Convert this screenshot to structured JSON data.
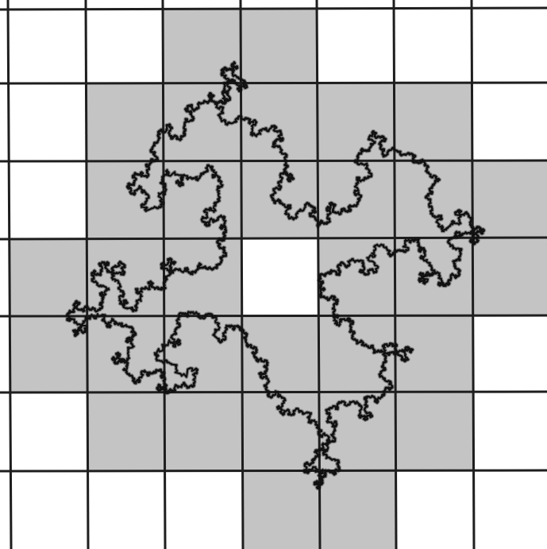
{
  "figure": {
    "grid": {
      "rows": 7,
      "cols": 7
    },
    "shaded_cells": [
      [
        0,
        2
      ],
      [
        0,
        3
      ],
      [
        1,
        1
      ],
      [
        1,
        2
      ],
      [
        1,
        3
      ],
      [
        1,
        4
      ],
      [
        1,
        5
      ],
      [
        2,
        1
      ],
      [
        2,
        2
      ],
      [
        2,
        3
      ],
      [
        2,
        4
      ],
      [
        2,
        5
      ],
      [
        2,
        6
      ],
      [
        3,
        0
      ],
      [
        3,
        1
      ],
      [
        3,
        2
      ],
      [
        3,
        4
      ],
      [
        3,
        5
      ],
      [
        3,
        6
      ],
      [
        4,
        0
      ],
      [
        4,
        1
      ],
      [
        4,
        2
      ],
      [
        4,
        3
      ],
      [
        4,
        4
      ],
      [
        4,
        5
      ],
      [
        5,
        1
      ],
      [
        5,
        2
      ],
      [
        5,
        3
      ],
      [
        5,
        4
      ],
      [
        5,
        5
      ],
      [
        6,
        3
      ],
      [
        6,
        4
      ]
    ],
    "colors": {
      "background": "#ffffff",
      "shade": "#c4c4c4",
      "grid_line": "#1e1e1e",
      "curve": "#111111"
    },
    "curve": {
      "type": "fractal-closed-curve",
      "iterations": 4,
      "roughness": 0.42
    }
  }
}
